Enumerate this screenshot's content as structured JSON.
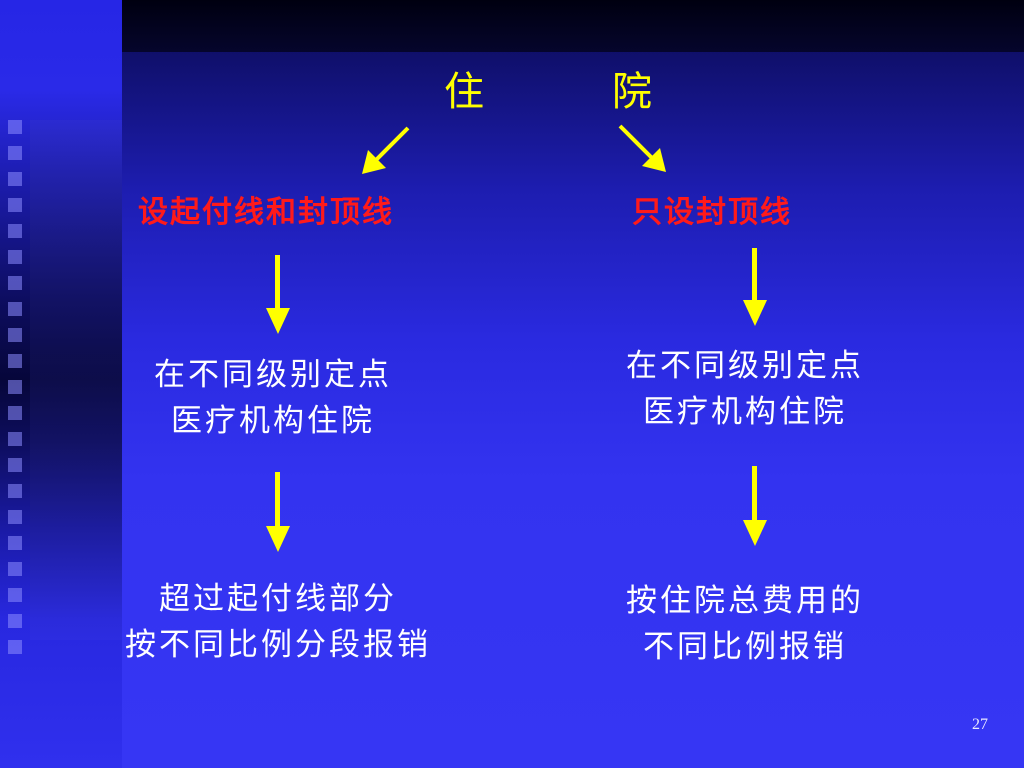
{
  "slide": {
    "title": "住　院",
    "page_number": "27"
  },
  "left_branch": {
    "label": "设起付线和封顶线",
    "step1_line1": "在不同级别定点",
    "step1_line2": "医疗机构住院",
    "step2_line1": "超过起付线部分",
    "step2_line2": "按不同比例分段报销"
  },
  "right_branch": {
    "label": "只设封顶线",
    "step1_line1": "在不同级别定点",
    "step1_line2": "医疗机构住院",
    "step2_line1": "按住院总费用的",
    "step2_line2": "不同比例报销"
  },
  "colors": {
    "arrow": "#ffff00",
    "label_red": "#ff1a1a",
    "text": "#ffffff",
    "title": "#ffff00"
  }
}
